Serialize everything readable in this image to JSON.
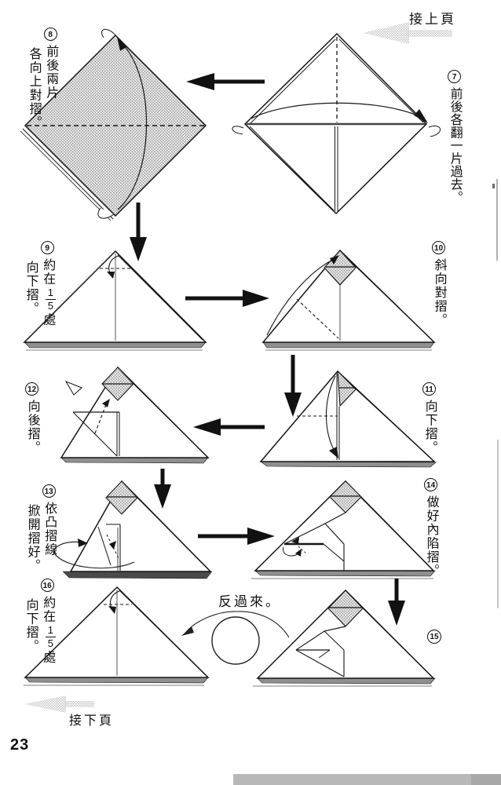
{
  "page": {
    "number": "23",
    "prev_link": "接上頁",
    "next_link": "接下頁",
    "flip_note": "反過來。"
  },
  "colors": {
    "ink": "#111111",
    "paper_shading_dots": "#8a8a8a",
    "page_arrow_dots": "#b5b5b5",
    "layer_edge_gray": "#8f8f8f"
  },
  "steps": {
    "s7": {
      "num": "7",
      "col1": "前後各翻一片過去。"
    },
    "s8": {
      "num": "8",
      "col1": "前後兩片",
      "col2": "各向上對摺。"
    },
    "s9": {
      "num": "9",
      "col1_pre": "約在",
      "frac_num": "1",
      "frac_den": "5",
      "col1_post": "處",
      "col2": "向下摺。"
    },
    "s10": {
      "num": "10",
      "col1": "斜向對摺。"
    },
    "s11": {
      "num": "11",
      "col1": "向下摺。"
    },
    "s12": {
      "num": "12",
      "col1": "向後摺。"
    },
    "s13": {
      "num": "13",
      "col1": "依凸摺線",
      "col2": "掀開摺好。"
    },
    "s14": {
      "num": "14",
      "col1": "做好內陷摺。"
    },
    "s15": {
      "num": "15"
    },
    "s16": {
      "num": "16",
      "col1_pre": "約在",
      "frac_num": "1",
      "frac_den": "5",
      "col1_post": "處",
      "col2": "向下摺。"
    }
  }
}
